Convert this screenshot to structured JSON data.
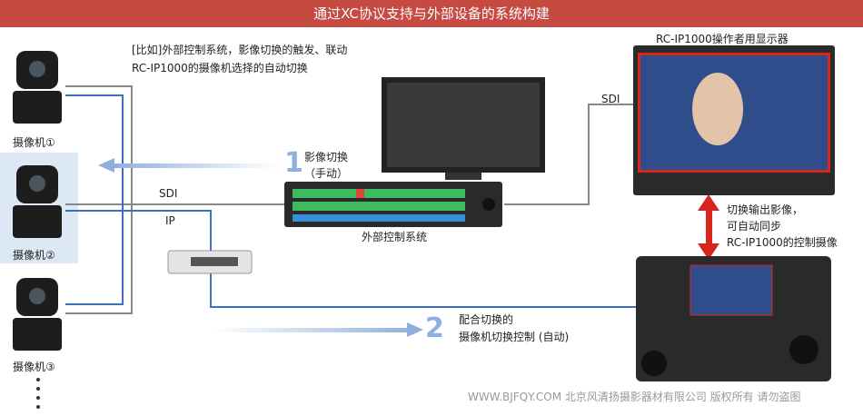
{
  "header": {
    "title": "通过XC协议支持与外部设备的系统构建"
  },
  "intro": {
    "line1": "[比如]外部控制系统，影像切换的触发、联动",
    "line2": "RC-IP1000的摄像机选择的自动切换"
  },
  "cameras": [
    {
      "label": "摄像机①"
    },
    {
      "label": "摄像机②"
    },
    {
      "label": "摄像机③"
    }
  ],
  "labels": {
    "sdi_left": "SDI",
    "ip": "IP",
    "sdi_right": "SDI",
    "external_system": "外部控制系统",
    "monitor_title": "RC-IP1000操作者用显示器"
  },
  "step1": {
    "number": "1",
    "line1": "影像切换",
    "line2": "（手动）"
  },
  "step2": {
    "number": "2",
    "line1": "配合切换的",
    "line2": "摄像机切换控制 (自动)"
  },
  "sync_note": {
    "line1": "切换输出影像，",
    "line2": "可自动同步",
    "line3": "RC-IP1000的控制摄像"
  },
  "watermark": "WWW.BJFQY.COM 北京风清扬摄影器材有限公司 版权所有 请勿盗图",
  "colors": {
    "header": "#c44a42",
    "blue_line": "#3b6fc6",
    "gray_line": "#888888",
    "highlight": "#dde8f5",
    "arrow_red": "#d9261c"
  }
}
